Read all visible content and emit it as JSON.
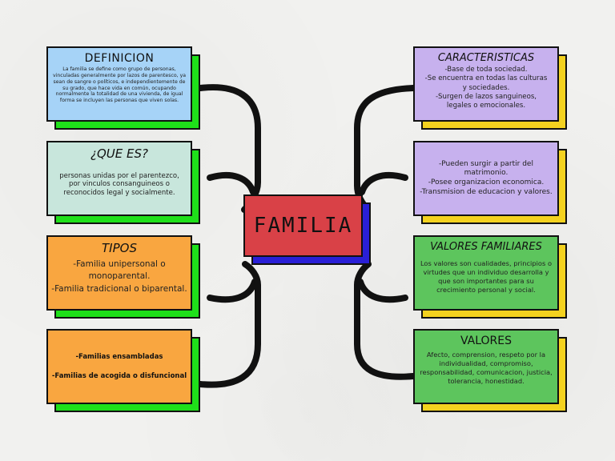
{
  "center": {
    "title": "FAMILIA"
  },
  "cards": {
    "definicion": {
      "title": "DEFINICION",
      "lines": [
        "La familia se define como grupo de personas, vinculadas generalmente por lazos de parentesco, ya sean de sangre o políticos, e independientemente de su grado, que hace vida en común, ocupando normalmente la totalidad de una vivienda, de igual forma se incluyen las personas que viven solas."
      ]
    },
    "que_es": {
      "title": "¿QUE ES?",
      "lines": [
        "personas unidas por el parentezco, por vinculos consanguineos o reconocidos legal y socialmente."
      ]
    },
    "tipos": {
      "title": "TIPOS",
      "lines": [
        "-Familia unipersonal o monoparental.",
        "-Familia tradicional o biparental."
      ]
    },
    "tipos2": {
      "lines": [
        "-Familias ensambladas",
        "-Familias de acogida o disfuncional"
      ]
    },
    "caracteristicas": {
      "title": "CARACTERISTICAS",
      "lines": [
        "-Base de toda sociedad.",
        "-Se encuentra en todas las culturas y sociedades.",
        "-Surgen de lazos sanguineos, legales o emocionales."
      ]
    },
    "caracteristicas2": {
      "lines": [
        "-Pueden surgir a partir del matrimonio.",
        "-Posee organizacion economica.",
        "-Transmision de educacion y valores."
      ]
    },
    "valores_familiares": {
      "title": "VALORES FAMILIARES",
      "lines": [
        "Los valores son cualidades, principios o virtudes que un individuo desarrolla y que son importantes para su crecimiento personal y social."
      ]
    },
    "valores": {
      "title": "VALORES",
      "lines": [
        "Afecto, comprension, respeto por la individualidad, compromiso, responsabilidad, comunicacion, justicia, tolerancia, honestidad."
      ]
    }
  },
  "colors": {
    "center_face": "#d94147",
    "center_shadow": "#2a1fd6",
    "left_shadow": "#1fe01a",
    "definicion": "#a6d3f7",
    "que_es": "#c8e6dc",
    "tipos": "#f9a640",
    "right_shadow": "#f4d21f",
    "caracteristicas": "#c7b1ee",
    "valores_familiares": "#5dc55d"
  }
}
